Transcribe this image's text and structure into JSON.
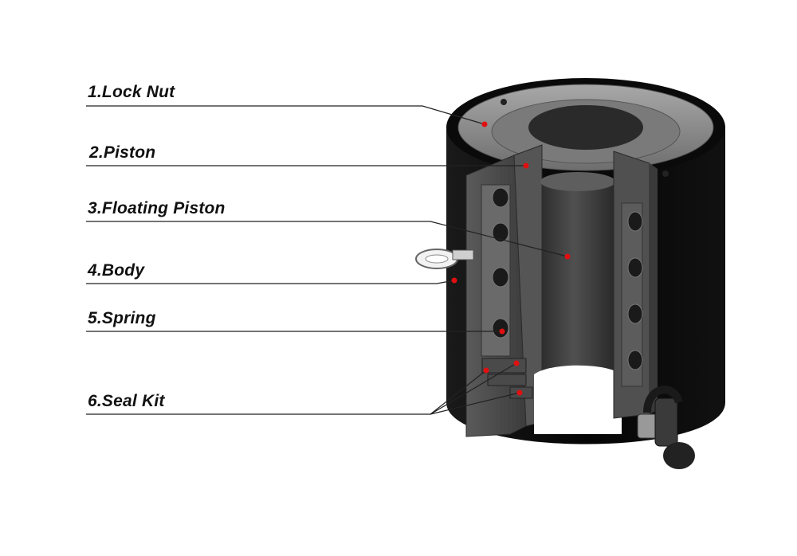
{
  "diagram": {
    "callouts": [
      {
        "id": "lock-nut",
        "text": "1.Lock Nut"
      },
      {
        "id": "piston",
        "text": "2.Piston"
      },
      {
        "id": "floating-piston",
        "text": "3.Floating Piston"
      },
      {
        "id": "body",
        "text": "4.Body"
      },
      {
        "id": "spring",
        "text": "5.Spring"
      },
      {
        "id": "seal-kit",
        "text": "6.Seal Kit"
      }
    ],
    "colors": {
      "background": "#ffffff",
      "leader_line": "#222222",
      "marker_dot": "#e01010",
      "body_dark": "#0d0d0d",
      "cut_face": "#4a4a4a",
      "bore": "#3a3a3a",
      "lock_nut": "#8c8c8c"
    }
  }
}
